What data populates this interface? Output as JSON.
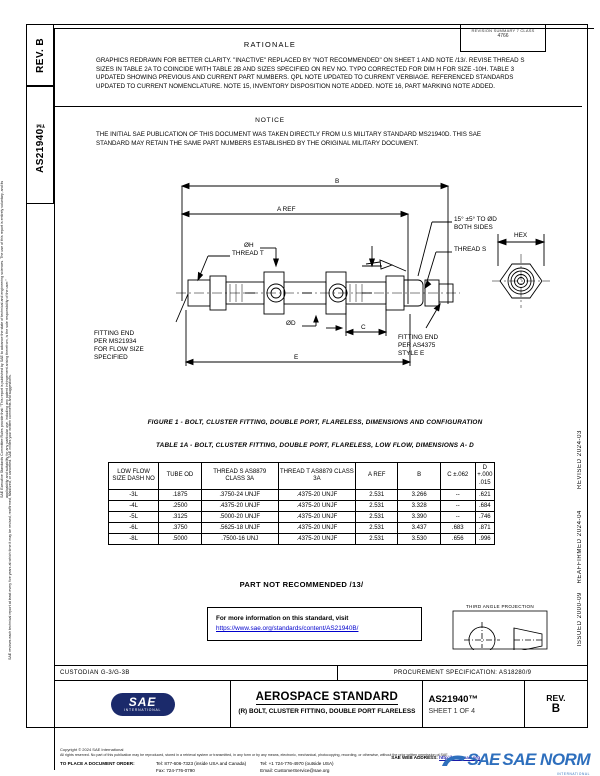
{
  "stubs": {
    "rev": "REV.\nB",
    "part": "AS21940™"
  },
  "margin_notes": {
    "note1": "SAE Executive Standards Committee Rules provide that: \"This report is published by SAE to advance the state of technical and engineering sciences. The use of this report is entirely voluntary, and its applicability and suitability for any particular use, including any patent infringement arising therefrom, is the sole responsibility of the user.\"",
    "note2": "SAE reviews each technical report at least every five years at which time it may be revised, reaffirmed, stabilized, or cancelled. SAE invites your written comments and suggestions."
  },
  "right_notes": {
    "revised": "REVISED 2024-03",
    "reaffirmed": "REAFFIRMED 2024-04",
    "issued": "ISSUED 2000-09"
  },
  "rationale": {
    "header": "RATIONALE",
    "rev_summary_line1": "REVISION SUMMARY 7 CLASS",
    "rev_summary_line2": "4766",
    "body": "GRAPHICS REDRAWN FOR BETTER CLARITY. \"INACTIVE\" REPLACED BY \"NOT RECOMMENDED\" ON SHEET 1 AND NOTE /13/. REVISE THREAD S SIZES IN TABLE 2A TO COINCIDE WITH TABLE 2B AND SIZES SPECIFIED ON REV NO. TYPO CORRECTED FOR DIM H FOR SIZE -10H. TABLE 3 UPDATED SHOWING PREVIOUS AND CURRENT PART NUMBERS. QPL NOTE UPDATED TO CURRENT VERBIAGE. REFERENCED STANDARDS UPDATED TO CURRENT NOMENCLATURE. NOTE 15, INVENTORY DISPOSITION NOTE ADDED. NOTE 16, PART MARKING NOTE ADDED."
  },
  "notice": {
    "header": "NOTICE",
    "body": "THE INITIAL SAE PUBLICATION OF THIS DOCUMENT WAS TAKEN DIRECTLY FROM U.S MILITARY STANDARD MS21940D. THIS SAE STANDARD MAY RETAIN THE SAME PART NUMBERS ESTABLISHED BY THE ORIGINAL MILITARY DOCUMENT."
  },
  "drawing": {
    "dim_b": "B",
    "dim_a_ref": "A REF",
    "dim_c": "C",
    "dim_e": "E",
    "thread_t": "THREAD T",
    "thread_s": "THREAD S",
    "dia_h": "ØH",
    "dia_d": "ØD",
    "hex": "HEX",
    "angle_note": "15° ±5° TO ØD\nBOTH SIDES",
    "fitting_left": "FITTING END\nPER MS21934\nFOR FLOW SIZE\nSPECIFIED",
    "fitting_right": "FITTING END\nPER AS4375\nSTYLE E"
  },
  "captions": {
    "figure": "FIGURE 1 - BOLT, CLUSTER FITTING, DOUBLE PORT, FLARELESS, DIMENSIONS AND CONFIGURATION",
    "table": "TABLE 1A - BOLT, CLUSTER FITTING, DOUBLE PORT, FLARELESS, LOW FLOW, DIMENSIONS A- D"
  },
  "table": {
    "headers": [
      "LOW\nFLOW\nSIZE\nDASH\nNO",
      "TUBE\nOD",
      "THREAD S\nAS8879\nCLASS 3A",
      "THREAD T\nAS8879\nCLASS 3A",
      "A\nREF",
      "B",
      "C\n±.062",
      "D\n+.000\n.015"
    ],
    "rows": [
      [
        "-3L",
        ".1875",
        ".3750-24 UNJF",
        ".4375-20 UNJF",
        "2.531",
        "3.266",
        "--",
        ".621"
      ],
      [
        "-4L",
        ".2500",
        ".4375-20 UNJF",
        ".4375-20 UNJF",
        "2.531",
        "3.328",
        "--",
        ".684"
      ],
      [
        "-5L",
        ".3125",
        ".5000-20 UNJF",
        ".4375-20 UNJF",
        "2.531",
        "3.390",
        "--",
        ".746"
      ],
      [
        "-6L",
        ".3750",
        ".5625-18 UNJF",
        ".4375-20 UNJF",
        "2.531",
        "3.437",
        ".683",
        ".871"
      ],
      [
        "-8L",
        ".5000",
        ".7500-16 UNJ",
        ".4375-20 UNJF",
        "2.531",
        "3.530",
        ".656",
        ".996"
      ]
    ]
  },
  "not_recommended": "PART NOT RECOMMENDED /13/",
  "info_box": {
    "line1": "For more information on this standard, visit",
    "link": "https://www.sae.org/standards/content/AS21940B/"
  },
  "projection": {
    "title": "THIRD ANGLE PROJECTION"
  },
  "title_block": {
    "custodian": "CUSTODIAN  G-3/G-3B",
    "procurement": "PROCUREMENT SPECIFICATION: AS18280/9",
    "standard_title": "AEROSPACE STANDARD",
    "subject": "(R) BOLT, CLUSTER FITTING,\nDOUBLE PORT\nFLARELESS",
    "doc_number": "AS21940™",
    "sheet": "SHEET 1 OF 4",
    "rev_label": "REV.",
    "rev_value": "B",
    "logo_main": "SAE",
    "logo_sub": "INTERNATIONAL"
  },
  "footer": {
    "copyright": "Copyright © 2024 SAE International",
    "rights": "All rights reserved. No part of this publication may be reproduced, stored in a retrieval system or transmitted, in any form or by any means, electronic, mechanical, photocopying, recording, or otherwise, without the prior written permission of SAE.",
    "order_label": "TO PLACE A DOCUMENT ORDER:",
    "tel_us": "Tel:  877-606-7323 (inside USA and Canada)",
    "fax_us": "Fax:  724-776-0790",
    "tel_intl": "Tel:  +1 724-776-4970 (outside USA)",
    "email": "Email: CustomerService@sae.org",
    "web_label": "SAE WEB ADDRESS:",
    "web_url": "http://www.sae.org",
    "watermark_sae": "SAE",
    "watermark_norm": "SAE NORM",
    "watermark_sub": "INTERNATIONAL"
  },
  "colors": {
    "link": "#0000cc",
    "logo_navy": "#1b2a6b",
    "watermark_blue": "#2e6fbd"
  }
}
